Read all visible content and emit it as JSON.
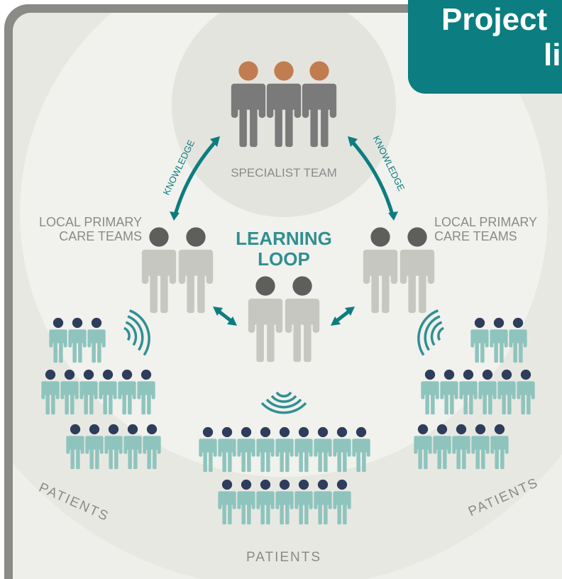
{
  "header": {
    "title_line1": "Project",
    "title_line2": "li"
  },
  "labels": {
    "specialist_team": "SPECIALIST TEAM",
    "local_primary_left_line1": "LOCAL PRIMARY",
    "local_primary_left_line2": "CARE TEAMS",
    "local_primary_right_line1": "LOCAL PRIMARY",
    "local_primary_right_line2": "CARE TEAMS",
    "learning_loop_line1": "LEARNING",
    "learning_loop_line2": "LOOP",
    "knowledge_left": "KNOWLEDGE",
    "knowledge_right": "KNOWLEDGE",
    "patients_left": "PATIENTS",
    "patients_center": "PATIENTS",
    "patients_right": "PATIENTS"
  },
  "colors": {
    "teal_accent": "#0c7d80",
    "dark_figure": "#7a7a7a",
    "light_figure": "#c7c7c2",
    "specialist_head": "#c17d4f",
    "primary_head": "#5e5e5c",
    "patient_body": "#8ec4bd",
    "patient_head": "#2f3d5c",
    "label_gray": "#8a8a8a",
    "background": "#eeeeea"
  },
  "icons": [
    "double-arrow-icon",
    "signal-waves-icon",
    "person-icon"
  ]
}
